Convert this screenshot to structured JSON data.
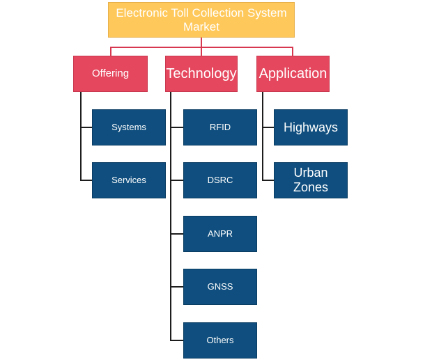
{
  "diagram": {
    "root": {
      "label": "Electronic Toll Collection System Market"
    },
    "categories": {
      "offering": {
        "label": "Offering",
        "items": [
          "Systems",
          "Services"
        ]
      },
      "technology": {
        "label": "Technology",
        "items": [
          "RFID",
          "DSRC",
          "ANPR",
          "GNSS",
          "Others"
        ]
      },
      "application": {
        "label": "Application",
        "items": [
          "Highways",
          "Urban Zones"
        ]
      }
    }
  },
  "colors": {
    "root_fill": "#ffc85a",
    "category_fill": "#e5475e",
    "leaf_fill": "#0f4e7e",
    "connector_red": "#d8384f",
    "connector_black": "#1d1d1d"
  }
}
